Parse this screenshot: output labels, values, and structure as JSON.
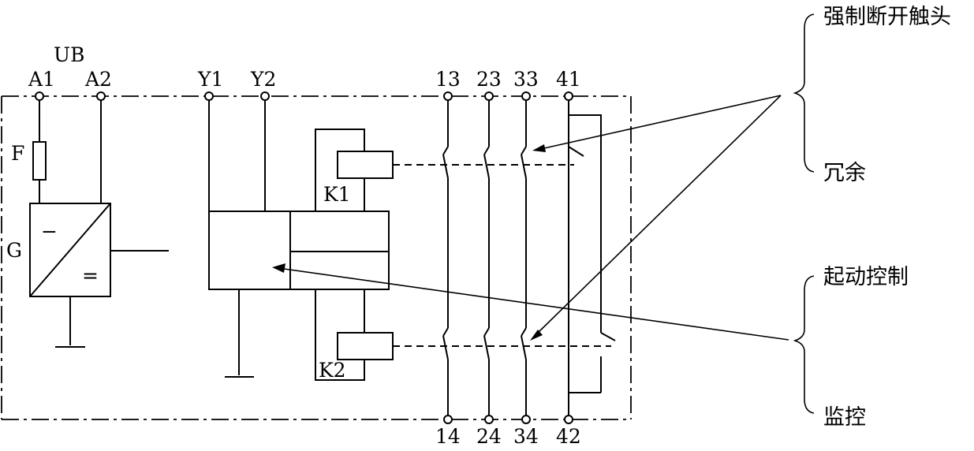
{
  "labels": {
    "ub": "UB",
    "a1": "A1",
    "a2": "A2",
    "y1": "Y1",
    "y2": "Y2",
    "t13": "13",
    "t23": "23",
    "t33": "33",
    "t41": "41",
    "t14": "14",
    "t24": "24",
    "t34": "34",
    "t42": "42",
    "fuse": "F",
    "supply": "G",
    "minus": "−",
    "equals": "=",
    "k1": "K1",
    "k2": "K2"
  },
  "annotations": {
    "forced": "强制断开触头",
    "redundancy": "冗余",
    "start_control": "起动控制",
    "monitoring": "监控"
  }
}
